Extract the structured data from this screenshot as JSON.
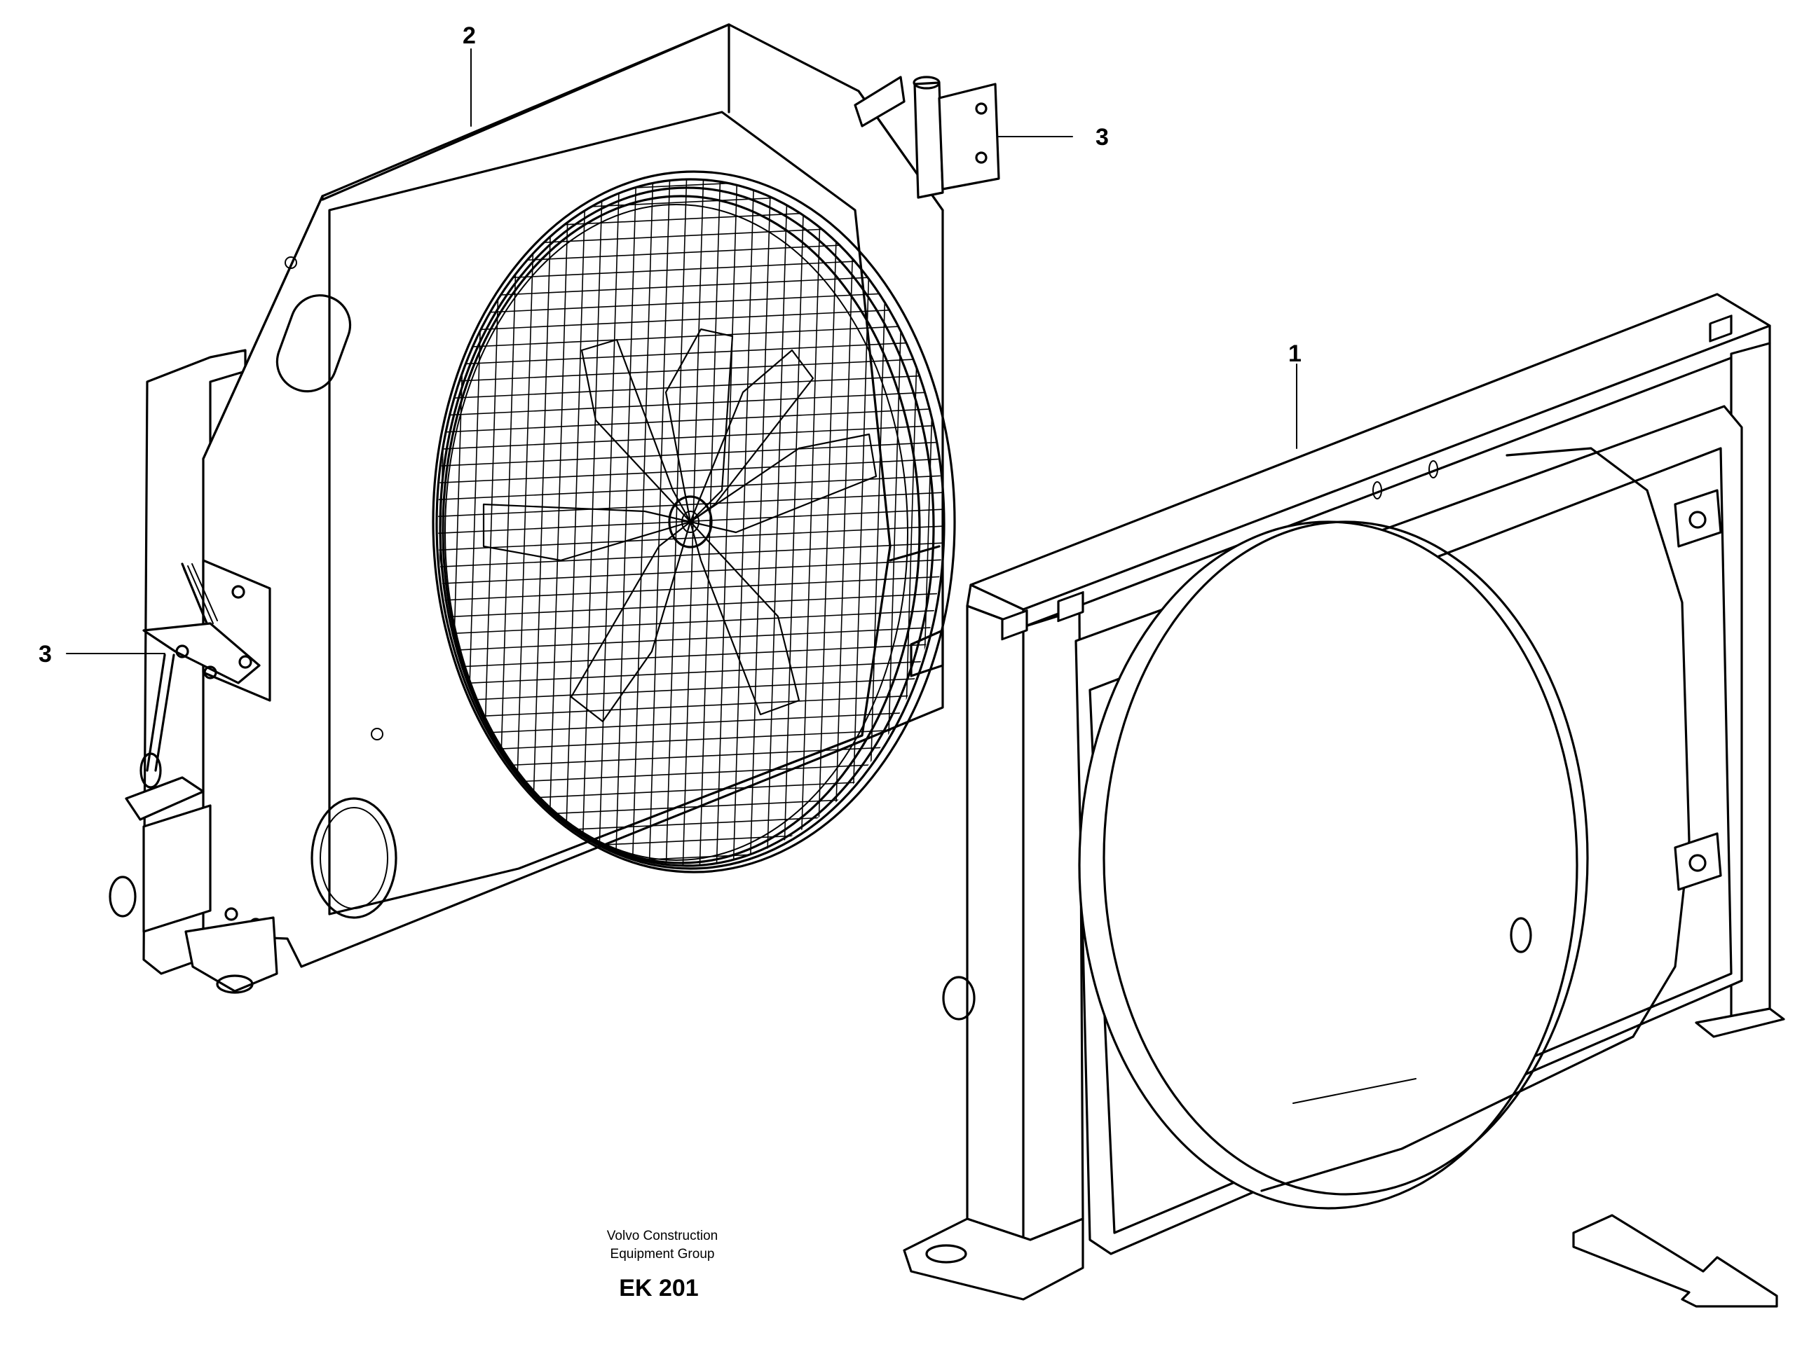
{
  "callouts": [
    {
      "id": "1",
      "label": "1"
    },
    {
      "id": "2",
      "label": "2"
    },
    {
      "id": "3a",
      "label": "3"
    },
    {
      "id": "3b",
      "label": "3"
    }
  ],
  "caption": {
    "line1": "Volvo Construction",
    "line2": "Equipment Group",
    "code": "EK 201"
  },
  "icons": {
    "direction": "direction-arrow-icon"
  }
}
